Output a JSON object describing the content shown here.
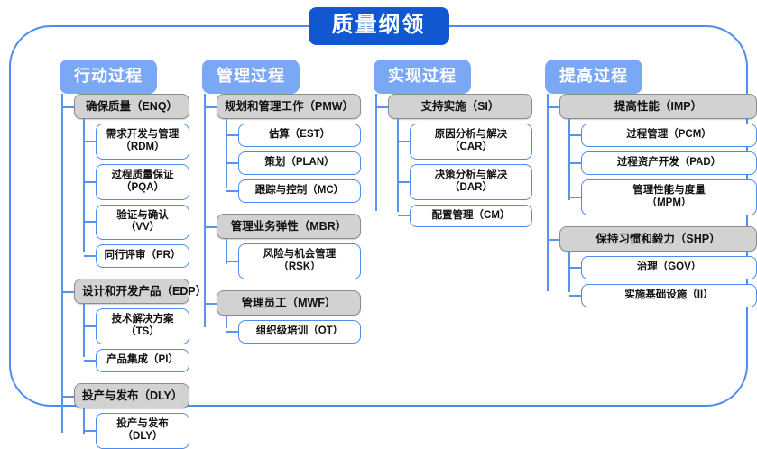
{
  "diagram": {
    "title": "质量纲领",
    "columns": [
      {
        "header": "行动过程",
        "groups": [
          {
            "label": "确保质量（ENQ）",
            "children": [
              "需求开发与管理（RDM）",
              "过程质量保证（PQA）",
              "验证与确认（VV）",
              "同行评审（PR）"
            ]
          },
          {
            "label": "设计和开发产品（EDP）",
            "children": [
              "技术解决方案（TS）",
              "产品集成（PI）"
            ]
          },
          {
            "label": "投产与发布（DLY）",
            "children": [
              "投产与发布（DLY）"
            ]
          }
        ]
      },
      {
        "header": "管理过程",
        "groups": [
          {
            "label": "规划和管理工作（PMW）",
            "children": [
              "估算（EST）",
              "策划（PLAN）",
              "跟踪与控制（MC）"
            ]
          },
          {
            "label": "管理业务弹性（MBR）",
            "children": [
              "风险与机会管理（RSK）"
            ]
          },
          {
            "label": "管理员工（MWF）",
            "children": [
              "组织级培训（OT）"
            ]
          }
        ]
      },
      {
        "header": "实现过程",
        "groups": [
          {
            "label": "支持实施（SI）",
            "children": [
              "原因分析与解决（CAR）",
              "决策分析与解决（DAR）",
              "配置管理（CM）"
            ]
          }
        ]
      },
      {
        "header": "提高过程",
        "groups": [
          {
            "label": "提高性能（IMP）",
            "children": [
              "过程管理（PCM）",
              "过程资产开发（PAD）",
              "管理性能与度量\n（MPM）"
            ]
          },
          {
            "label": "保持习惯和毅力（SHP）",
            "children": [
              "治理（GOV）",
              "实施基础设施（II）"
            ]
          }
        ]
      }
    ]
  },
  "colors": {
    "title_badge": "#1157d1",
    "column_header": "#7aa8f5",
    "group_box": "#d2d2d2",
    "group_border": "#8c8c8c",
    "leaf_border": "#4a8cf0",
    "connector": "#5a93ef",
    "frame_border": "#4a8cf0",
    "background": "#ffffff"
  }
}
